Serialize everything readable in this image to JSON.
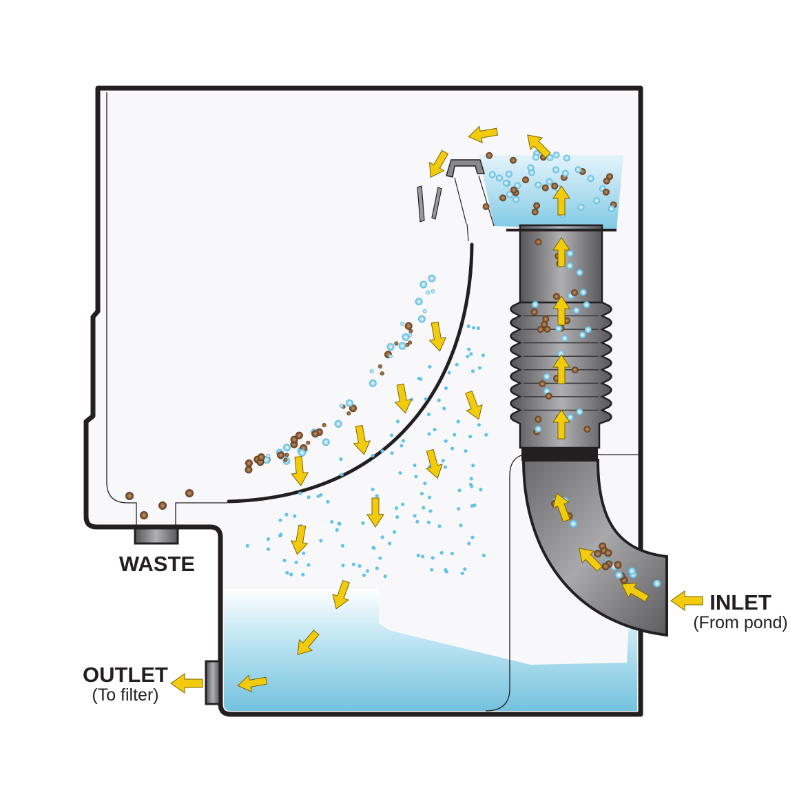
{
  "labels": {
    "waste": "WASTE",
    "outlet": "OUTLET",
    "outlet_sub": "(To filter)",
    "inlet": "INLET",
    "inlet_sub": "(From pond)"
  },
  "colors": {
    "outline": "#231f20",
    "water_light": "#e6f5fb",
    "water_dark": "#7cc6e0",
    "arrow": "#f2cc0c",
    "debris": "#7a4a25",
    "bubble": "#5bbfe6",
    "pipe": "#7b7b7d"
  }
}
